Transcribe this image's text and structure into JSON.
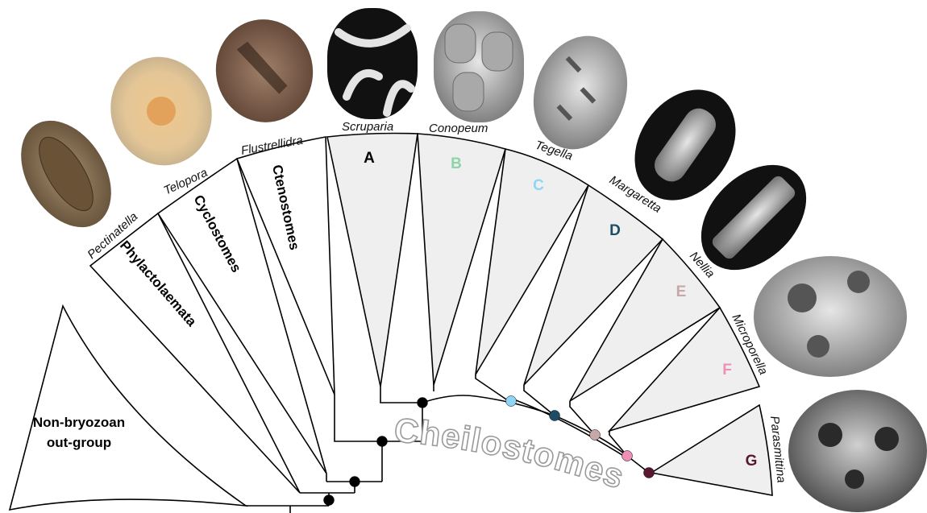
{
  "title_arc": "Cheilostomes",
  "outgroup": {
    "line1": "Non-bryozoan",
    "line2": "out-group"
  },
  "groups": {
    "phylactolaemata": "Phylactolaemata",
    "cyclostomes": "Cyclostomes",
    "ctenostomes": "Ctenostomes"
  },
  "taxa": [
    "Pectinatella",
    "Telopora",
    "Flustrellidra",
    "Scruparia",
    "Conopeum",
    "Tegella",
    "Margaretta",
    "Nellia",
    "Microporella",
    "Parasmittina"
  ],
  "clades": [
    {
      "label": "A",
      "color": "#000000"
    },
    {
      "label": "B",
      "color": "#8fd3a8"
    },
    {
      "label": "C",
      "color": "#8fd6f6"
    },
    {
      "label": "D",
      "color": "#1d4e63"
    },
    {
      "label": "E",
      "color": "#c7a8a8"
    },
    {
      "label": "F",
      "color": "#ee8fb5"
    },
    {
      "label": "G",
      "color": "#5a1731"
    }
  ],
  "colors": {
    "clade_fill": "#efefef",
    "node_black": "#000000",
    "outline_text": "#9a9a9a"
  },
  "photos": [
    {
      "name": "pectinatella-photo",
      "tone": "#7a6650"
    },
    {
      "name": "telopora-photo",
      "tone": "#d9b98a"
    },
    {
      "name": "flustrellidra-photo",
      "tone": "#8a6a55"
    },
    {
      "name": "scruparia-photo",
      "tone": "#cfcfcf"
    },
    {
      "name": "conopeum-photo",
      "tone": "#bdbdbd"
    },
    {
      "name": "tegella-photo",
      "tone": "#b5b5b5"
    },
    {
      "name": "margaretta-photo",
      "tone": "#a9a9a9"
    },
    {
      "name": "nellia-photo",
      "tone": "#9e9e9e"
    },
    {
      "name": "microporella-photo",
      "tone": "#bcbcbc"
    },
    {
      "name": "parasmittina-photo",
      "tone": "#a8a8a8"
    }
  ]
}
